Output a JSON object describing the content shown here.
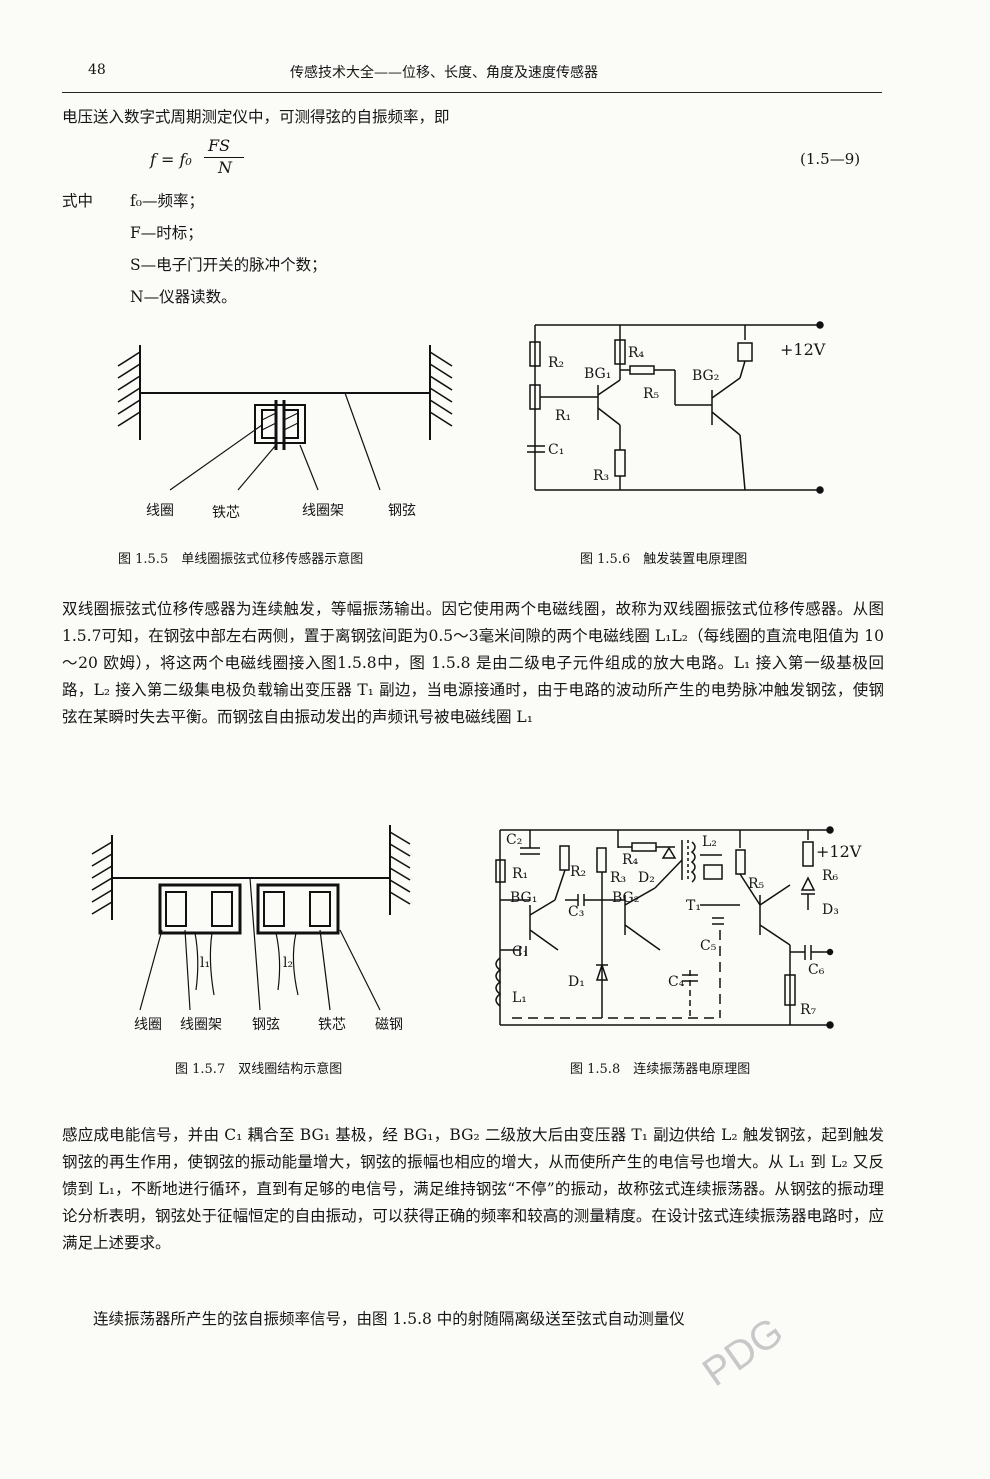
{
  "header": {
    "page_number": "48",
    "running_title": "传感技术大全——位移、长度、角度及速度传感器"
  },
  "intro_line": "电压送入数字式周期测定仪中，可测得弦的自振频率，即",
  "equation": {
    "lhs": "f = f₀",
    "numerator": "FS",
    "denominator": "N",
    "number": "(1.5—9)"
  },
  "definitions": {
    "lead": "式中",
    "items": [
      "f₀—频率；",
      "F—时标；",
      "S—电子门开关的脉冲个数；",
      "N—仪器读数。"
    ]
  },
  "fig155": {
    "labels": [
      "线圈",
      "铁芯",
      "线圈架",
      "钢弦"
    ],
    "caption": "图 1.5.5　单线圈振弦式位移传感器示意图"
  },
  "fig156": {
    "labels": {
      "r2": "R₂",
      "r4": "R₄",
      "r1": "R₁",
      "r5": "R₅",
      "r3": "R₃",
      "c1": "C₁",
      "bg1": "BG₁",
      "bg2": "BG₂",
      "supply": "+12V"
    },
    "caption": "图 1.5.6　触发装置电原理图"
  },
  "paragraph1": "双线圈振弦式位移传感器为连续触发，等幅振荡输出。因它使用两个电磁线圈，故称为双线圈振弦式位移传感器。从图1.5.7可知，在钢弦中部左右两侧，置于离钢弦间距为0.5～3毫米间隙的两个电磁线圈 L₁L₂（每线圈的直流电阻值为 10～20 欧姆），将这两个电磁线圈接入图1.5.8中，图 1.5.8 是由二级电子元件组成的放大电路。L₁ 接入第一级基极回路，L₂ 接入第二级集电极负载输出变压器 T₁ 副边，当电源接通时，由于电路的波动所产生的电势脉冲触发钢弦，使钢弦在某瞬时失去平衡。而钢弦自由振动发出的声频讯号被电磁线圈 L₁",
  "fig157": {
    "labels": [
      "线圈",
      "线圈架",
      "钢弦",
      "铁芯",
      "磁钢"
    ],
    "coil_labels": [
      "l₁",
      "l₂"
    ],
    "caption": "图 1.5.7　双线圈结构示意图"
  },
  "fig158": {
    "labels": {
      "c2": "C₂",
      "r1": "R₁",
      "r2": "R₂",
      "r3": "R₃",
      "r4": "R₄",
      "d2": "D₂",
      "l2": "L₂",
      "r5": "R₅",
      "r6": "R₆",
      "d3": "D₃",
      "bg1": "BG₁",
      "bg2": "BG₂",
      "c3": "C₃",
      "t1": "T₁",
      "c5": "C₅",
      "c1": "C₁",
      "c6": "C₆",
      "d1": "D₁",
      "c4": "C₄",
      "r7": "R₇",
      "l1": "L₁",
      "supply": "+12V"
    },
    "caption": "图 1.5.8　连续振荡器电原理图"
  },
  "paragraph2": "感应成电能信号，并由 C₁ 耦合至 BG₁ 基极，经 BG₁，BG₂ 二级放大后由变压器 T₁ 副边供给 L₂ 触发钢弦，起到触发钢弦的再生作用，使钢弦的振动能量增大，钢弦的振幅也相应的增大，从而使所产生的电信号也增大。从 L₁ 到 L₂ 又反馈到 L₁，不断地进行循环，直到有足够的电信号，满足维持钢弦“不停”的振动，故称弦式连续振荡器。从钢弦的振动理论分析表明，钢弦处于征幅恒定的自由振动，可以获得正确的频率和较高的测量精度。在设计弦式连续振荡器电路时，应满足上述要求。",
  "paragraph3": "连续振荡器所产生的弦自振频率信号，由图 1.5.8 中的射随隔离级送至弦式自动测量仪",
  "watermark": "PDG"
}
